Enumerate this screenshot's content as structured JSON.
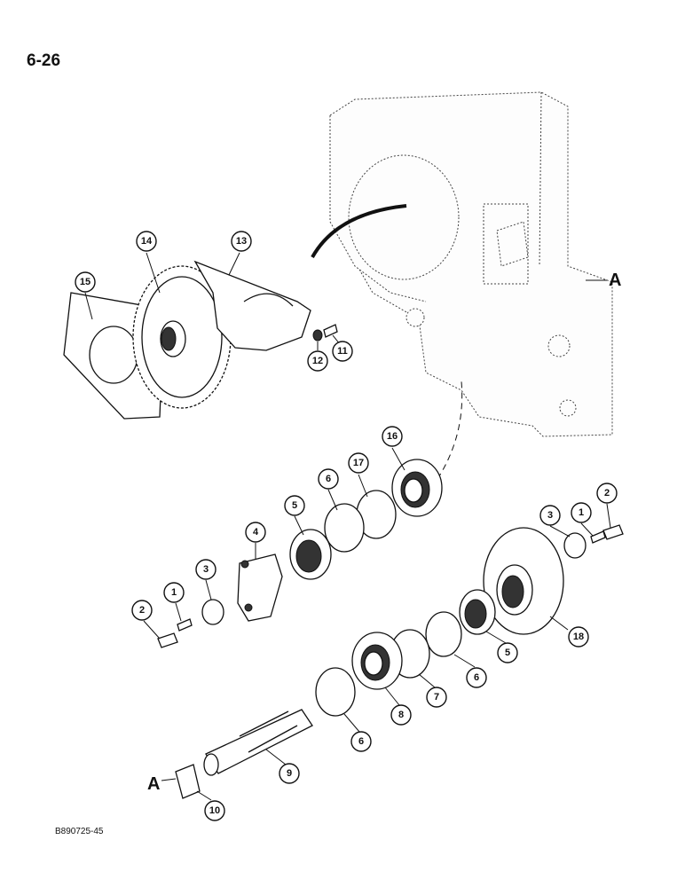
{
  "page": {
    "number": "6-26",
    "figure_code": "B890725-45"
  },
  "reference_letters": [
    "A",
    "A"
  ],
  "callouts": [
    "14",
    "13",
    "15",
    "12",
    "11",
    "16",
    "17",
    "6",
    "5",
    "4",
    "3",
    "1",
    "2",
    "3",
    "1",
    "2",
    "18",
    "5",
    "6",
    "7",
    "8",
    "6",
    "9",
    "10"
  ]
}
